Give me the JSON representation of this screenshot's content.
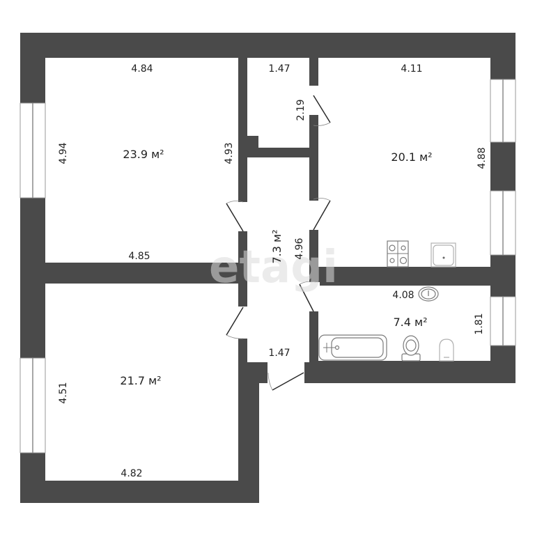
{
  "watermark": "etagi",
  "colors": {
    "wall": "#4a4a4a",
    "room": "#ffffff",
    "text": "#222222"
  },
  "rooms": {
    "bedroom_top_left": {
      "area": "23.9 м²",
      "dim_top": "4.84",
      "dim_left": "4.94",
      "dim_right": "4.93",
      "dim_bottom": "4.85"
    },
    "closet": {
      "dim_top": "1.47",
      "dim_right": "2.19"
    },
    "kitchen": {
      "area": "20.1 м²",
      "dim_top": "4.11",
      "dim_right": "4.88",
      "appliances": [
        "stove-icon",
        "sink-icon"
      ]
    },
    "hallway": {
      "area": "7.3 м²",
      "dim_length": "4.96",
      "dim_bottom": "1.47"
    },
    "bathroom": {
      "area": "7.4 м²",
      "dim_top": "4.08",
      "dim_right": "1.81",
      "fixtures": [
        "washbasin-icon",
        "bathtub-icon",
        "toilet-icon",
        "bidet-icon"
      ]
    },
    "bedroom_bottom_left": {
      "area": "21.7 м²",
      "dim_left": "4.51",
      "dim_bottom": "4.82"
    }
  }
}
